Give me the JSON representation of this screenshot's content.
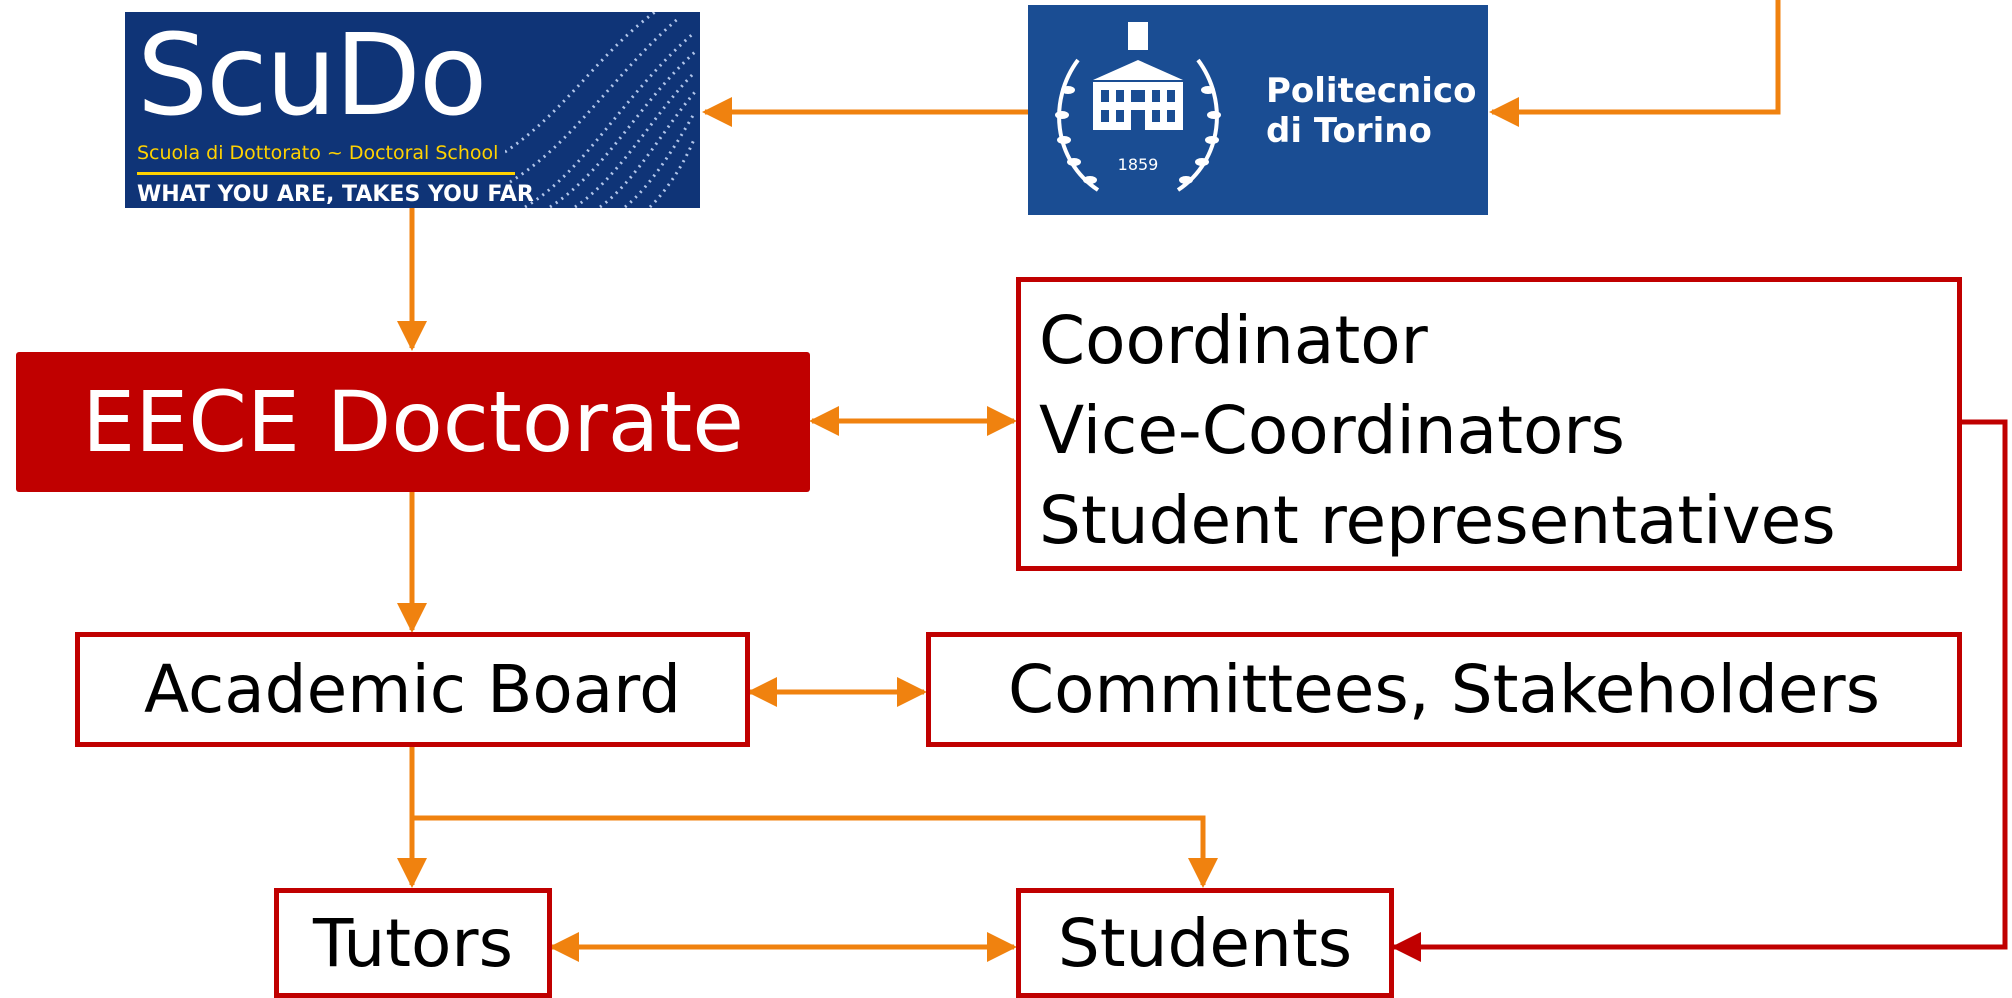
{
  "logos": {
    "scudo": {
      "wordmark": "ScuDo",
      "subtitle": "Scuola di Dottorato ~ Doctoral School",
      "motto": "WHAT YOU ARE, TAKES YOU FAR"
    },
    "polito": {
      "year": "1859",
      "name_line1": "Politecnico",
      "name_line2": "di Torino"
    }
  },
  "nodes": {
    "eece": "EECE Doctorate",
    "coordination": [
      "Coordinator",
      "Vice-Coordinators",
      "Student representatives"
    ],
    "academic_board": "Academic Board",
    "committees": "Committees, Stakeholders",
    "tutors": "Tutors",
    "students": "Students"
  },
  "colors": {
    "accent_red": "#c00000",
    "arrow_orange": "#f0820f",
    "scudo_blue": "#0f3477",
    "polito_blue": "#1a4d93"
  }
}
